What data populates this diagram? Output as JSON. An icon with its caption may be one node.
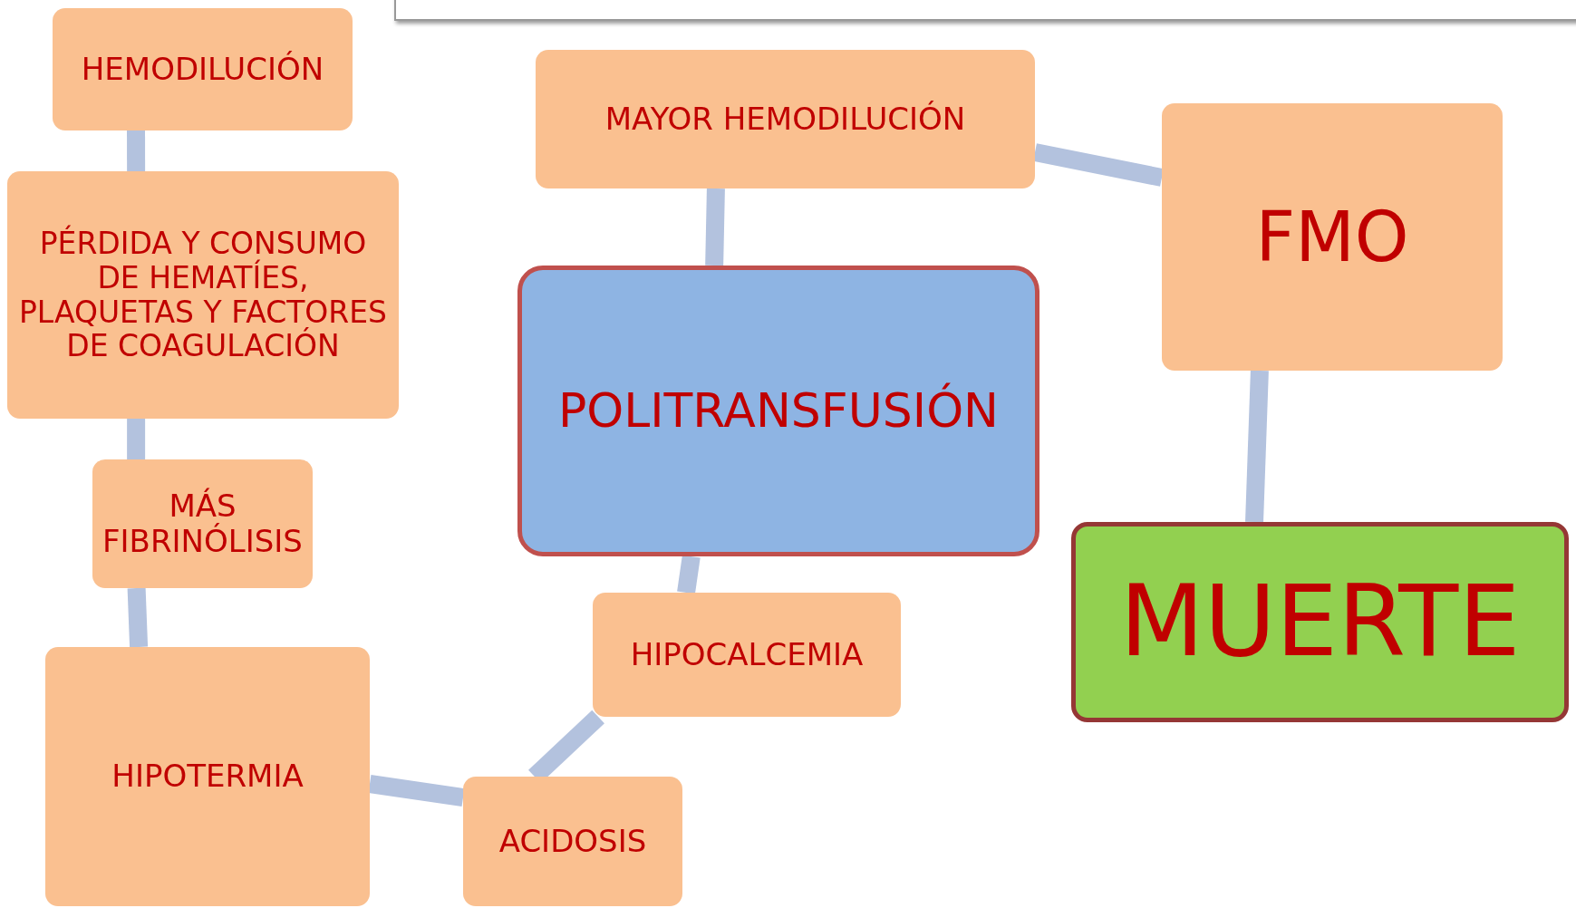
{
  "diagram": {
    "nodes": [
      {
        "text": [
          "HEMODILUCIÓN"
        ]
      },
      {
        "text": [
          "PÉRDIDA Y CONSUMO DE HEMATÍES, PLAQUETAS Y FACTORES DE COAGULACIÓN"
        ]
      },
      {
        "text": [
          "MÁS FIBRINÓLISIS"
        ]
      },
      {
        "text": [
          "HIPOTERMIA"
        ]
      },
      {
        "text": [
          "ACIDOSIS"
        ]
      },
      {
        "text": [
          "HIPOCALCEMIA"
        ]
      },
      {
        "text": [
          "POLITRANSFUSIÓN"
        ]
      },
      {
        "text": [
          "MAYOR HEMODILUCIÓN"
        ]
      },
      {
        "text": [
          "FMO"
        ]
      },
      {
        "text": [
          "MUERTE"
        ]
      }
    ],
    "edges": [
      {
        "from": 0,
        "to": 1,
        "arrow": "none"
      },
      {
        "from": 1,
        "to": 2,
        "arrow": "none"
      },
      {
        "from": 2,
        "to": 3,
        "arrow": "none"
      },
      {
        "from": 3,
        "to": 4,
        "arrow": "none"
      },
      {
        "from": 4,
        "to": 5,
        "arrow": "none"
      },
      {
        "from": 5,
        "to": 6,
        "arrow": "none"
      },
      {
        "from": 6,
        "to": 7,
        "arrow": "none"
      },
      {
        "from": 7,
        "to": 8,
        "arrow": "none"
      },
      {
        "from": 8,
        "to": 9,
        "arrow": "none"
      }
    ]
  }
}
